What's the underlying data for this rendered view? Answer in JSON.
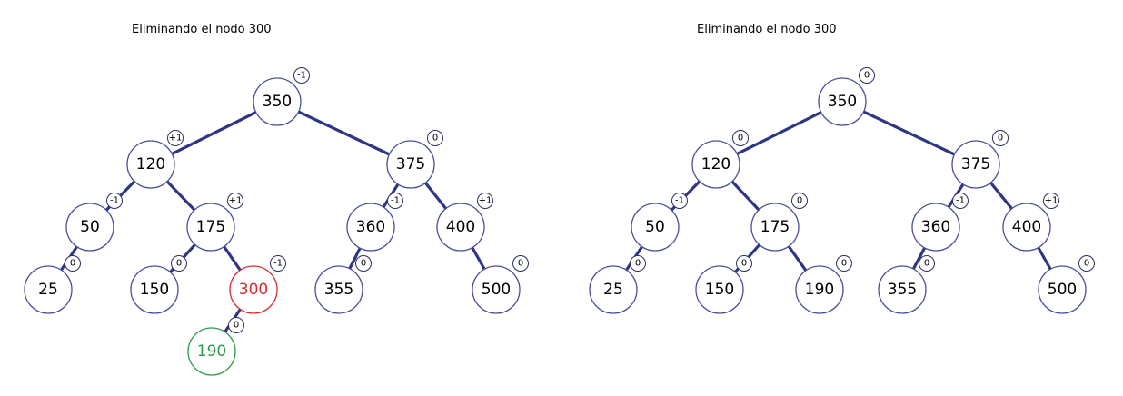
{
  "colors": {
    "edge": "#2e3585",
    "node_border": "#4a4f9c",
    "node_text": "#000000",
    "removed_border": "#d32f2f",
    "removed_text": "#d32f2f",
    "moved_border": "#2e9a4d",
    "moved_text": "#2e9a4d"
  },
  "panels": [
    {
      "title": "Eliminando el nodo 300",
      "nodes": [
        {
          "id": "n350",
          "value": "350",
          "balance": "-1",
          "state": "normal"
        },
        {
          "id": "n120",
          "value": "120",
          "balance": "+1",
          "state": "normal"
        },
        {
          "id": "n375",
          "value": "375",
          "balance": "0",
          "state": "normal"
        },
        {
          "id": "n50",
          "value": "50",
          "balance": "-1",
          "state": "normal"
        },
        {
          "id": "n175",
          "value": "175",
          "balance": "+1",
          "state": "normal"
        },
        {
          "id": "n360",
          "value": "360",
          "balance": "-1",
          "state": "normal"
        },
        {
          "id": "n400",
          "value": "400",
          "balance": "+1",
          "state": "normal"
        },
        {
          "id": "n25",
          "value": "25",
          "balance": "0",
          "state": "normal"
        },
        {
          "id": "n150",
          "value": "150",
          "balance": "0",
          "state": "normal"
        },
        {
          "id": "n300",
          "value": "300",
          "balance": "-1",
          "state": "removed"
        },
        {
          "id": "n355",
          "value": "355",
          "balance": "0",
          "state": "normal"
        },
        {
          "id": "n500",
          "value": "500",
          "balance": "0",
          "state": "normal"
        },
        {
          "id": "n190",
          "value": "190",
          "balance": "0",
          "state": "moved"
        }
      ],
      "edges": [
        [
          "n350",
          "n120"
        ],
        [
          "n350",
          "n375"
        ],
        [
          "n120",
          "n50"
        ],
        [
          "n120",
          "n175"
        ],
        [
          "n375",
          "n360"
        ],
        [
          "n375",
          "n400"
        ],
        [
          "n50",
          "n25"
        ],
        [
          "n175",
          "n150"
        ],
        [
          "n175",
          "n300"
        ],
        [
          "n360",
          "n355"
        ],
        [
          "n400",
          "n500"
        ],
        [
          "n300",
          "n190"
        ]
      ]
    },
    {
      "title": "Eliminando el nodo 300",
      "nodes": [
        {
          "id": "m350",
          "value": "350",
          "balance": "0",
          "state": "normal"
        },
        {
          "id": "m120",
          "value": "120",
          "balance": "0",
          "state": "normal"
        },
        {
          "id": "m375",
          "value": "375",
          "balance": "0",
          "state": "normal"
        },
        {
          "id": "m50",
          "value": "50",
          "balance": "-1",
          "state": "normal"
        },
        {
          "id": "m175",
          "value": "175",
          "balance": "0",
          "state": "normal"
        },
        {
          "id": "m360",
          "value": "360",
          "balance": "-1",
          "state": "normal"
        },
        {
          "id": "m400",
          "value": "400",
          "balance": "+1",
          "state": "normal"
        },
        {
          "id": "m25",
          "value": "25",
          "balance": "0",
          "state": "normal"
        },
        {
          "id": "m150",
          "value": "150",
          "balance": "0",
          "state": "normal"
        },
        {
          "id": "m190",
          "value": "190",
          "balance": "0",
          "state": "normal"
        },
        {
          "id": "m355",
          "value": "355",
          "balance": "0",
          "state": "normal"
        },
        {
          "id": "m500",
          "value": "500",
          "balance": "0",
          "state": "normal"
        }
      ],
      "edges": [
        [
          "m350",
          "m120"
        ],
        [
          "m350",
          "m375"
        ],
        [
          "m120",
          "m50"
        ],
        [
          "m120",
          "m175"
        ],
        [
          "m375",
          "m360"
        ],
        [
          "m375",
          "m400"
        ],
        [
          "m50",
          "m25"
        ],
        [
          "m175",
          "m150"
        ],
        [
          "m175",
          "m190"
        ],
        [
          "m360",
          "m355"
        ],
        [
          "m400",
          "m500"
        ]
      ]
    }
  ]
}
